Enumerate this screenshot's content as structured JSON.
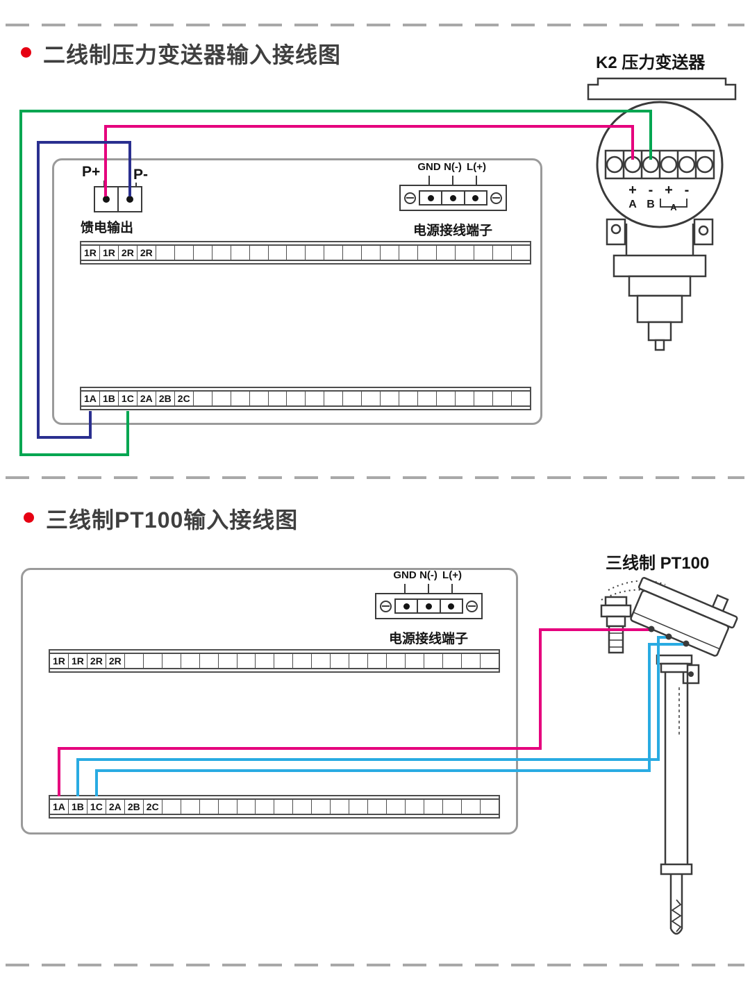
{
  "colors": {
    "magenta": "#e5007d",
    "green": "#00a651",
    "navy": "#2a2f8f",
    "cyan": "#29abe2",
    "bullet_red": "#e60012",
    "line_dark": "#3a3a3a",
    "box_border": "#9a9a9a",
    "dash_gray": "#a8a8a8"
  },
  "section1": {
    "title": "二线制压力变送器输入接线图",
    "device_label": "K2 压力变送器",
    "feed": {
      "p_plus": "P+",
      "p_minus": "P-",
      "caption": "馈电输出"
    },
    "power": {
      "labels": [
        "GND",
        "N(-)",
        "L(+)"
      ],
      "caption": "电源接线端子"
    },
    "strip_top": [
      "1R",
      "1R",
      "2R",
      "2R"
    ],
    "strip_bottom": [
      "1A",
      "1B",
      "1C",
      "2A",
      "2B",
      "2C"
    ],
    "transmitter": {
      "signs": [
        "+",
        "-",
        "+",
        "-"
      ],
      "letters": [
        "A",
        "B"
      ],
      "bracket_label": "A"
    }
  },
  "section2": {
    "title": "三线制PT100输入接线图",
    "device_label": "三线制 PT100",
    "power": {
      "labels": [
        "GND",
        "N(-)",
        "L(+)"
      ],
      "caption": "电源接线端子"
    },
    "strip_top": [
      "1R",
      "1R",
      "2R",
      "2R"
    ],
    "strip_bottom": [
      "1A",
      "1B",
      "1C",
      "2A",
      "2B",
      "2C"
    ]
  }
}
